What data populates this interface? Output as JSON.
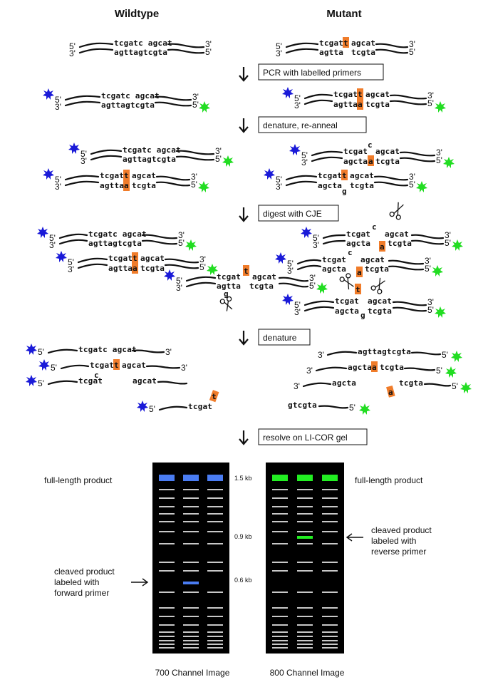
{
  "headers": {
    "wildtype": "Wildtype",
    "mutant": "Mutant"
  },
  "ends": {
    "five": "5'",
    "three": "3'"
  },
  "seq": {
    "wt_top": "tcgatc agcat",
    "wt_top_a": "tcgatc",
    "wt_top_b": "agcat",
    "wt_bottom": "agttagtcgta",
    "mut_top_a": "tcgat",
    "mut_top_b": "agcat",
    "mut_bottom_a": "agtta",
    "mut_bottom_b": "tcgta",
    "het_top_a": "tcgat",
    "het_top_b": "agcat",
    "het_bottom_a": "agcta",
    "het_bottom_b": "tcgta",
    "wt_cleaved_top": "tcgat",
    "wt_cleaved_rest": "agcat",
    "mut_cleaved_bottom": "tcgta",
    "mut_left_frag": "agcta",
    "mut_right_frag": "tcgta",
    "mut_frag_small": "gtcgta",
    "c_loop": "c",
    "g_loop": "g"
  },
  "mutation": {
    "t": "t",
    "a": "a",
    "color": "#f07c2a"
  },
  "steps": {
    "pcr": "PCR with labelled primers",
    "anneal": "denature, re-anneal",
    "digest": "digest with CJE",
    "denature": "denature",
    "resolve": "resolve on LI-COR gel"
  },
  "gel": {
    "full_length_left": "full-length product",
    "full_length_right": "full-length product",
    "size_15": "1.5 kb",
    "size_09": "0.9 kb",
    "size_06": "0.6 kb",
    "cleaved_fwd": "cleaved product labeled with forward primer",
    "cleaved_fwd_l1": "cleaved product",
    "cleaved_fwd_l2": "labeled with",
    "cleaved_fwd_l3": "forward primer",
    "cleaved_rev_l1": "cleaved product",
    "cleaved_rev_l2": "labeled with",
    "cleaved_rev_l3": "reverse primer",
    "caption_700": "700 Channel Image",
    "caption_800": "800 Channel Image",
    "color_700": "#4a7cf2",
    "color_800": "#22ee22",
    "ladder_color": "#c8c8c8",
    "background": "#000000"
  },
  "colors": {
    "forward_label": "#1a1ad8",
    "reverse_label": "#22dd22",
    "mutation": "#f07c2a"
  }
}
